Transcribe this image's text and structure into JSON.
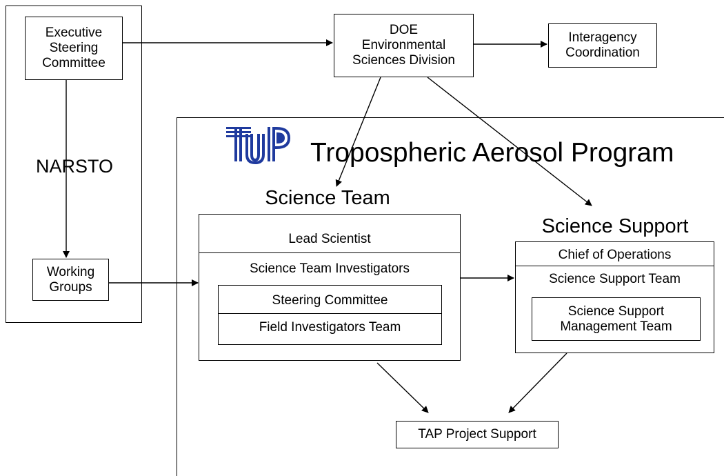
{
  "narsto": {
    "label": "NARSTO",
    "executive_steering": "Executive\nSteering\nCommittee",
    "working_groups": "Working\nGroups"
  },
  "doe": {
    "label": "DOE\nEnvironmental\nSciences Division"
  },
  "interagency": {
    "label": "Interagency\nCoordination"
  },
  "tap": {
    "title": "Tropospheric Aerosol Program",
    "logo_icon": "tap-logo-icon",
    "logo_color": "#1f3a9e"
  },
  "science_team": {
    "heading": "Science Team",
    "lead_scientist": "Lead Scientist",
    "investigators": "Science Team Investigators",
    "steering_committee": "Steering Committee",
    "field_investigators": "Field Investigators Team"
  },
  "science_support": {
    "heading": "Science Support",
    "chief": "Chief of Operations",
    "team": "Science Support Team",
    "management": "Science Support\nManagement Team"
  },
  "project_support": {
    "label": "TAP Project Support"
  }
}
